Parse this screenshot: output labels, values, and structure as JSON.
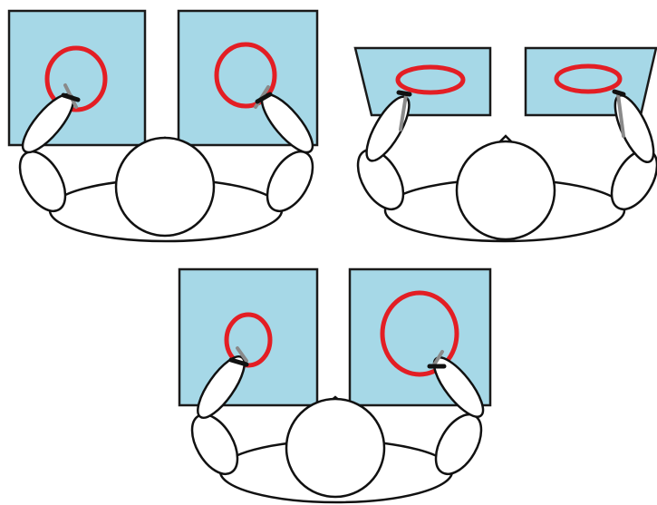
{
  "colors": {
    "board_fill": "#a6d8e7",
    "circle_stroke": "#e31e24",
    "outline": "#111111",
    "pen_gray": "#8a8a8a",
    "background": "#ffffff"
  },
  "panels": [
    {
      "name": "top-left-vertical-boards",
      "circles": [
        "small",
        "small"
      ],
      "boards": "vertical"
    },
    {
      "name": "top-right-horizontal-boards",
      "circles": [
        "flat-ellipse",
        "flat-ellipse"
      ],
      "boards": "horizontal"
    },
    {
      "name": "bottom-mixed-size-boards",
      "circles": [
        "small",
        "large"
      ],
      "boards": "vertical"
    }
  ]
}
